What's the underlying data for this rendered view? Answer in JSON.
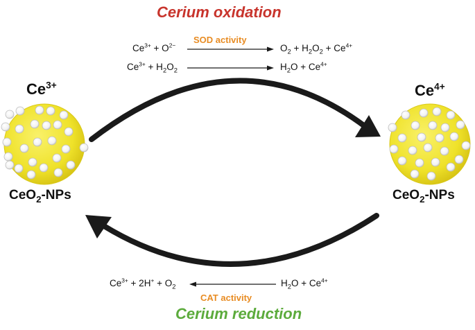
{
  "title_top": "Cerium oxidation",
  "title_bottom": "Cerium reduction",
  "ion_left": {
    "base": "Ce",
    "sup": "3+"
  },
  "ion_right": {
    "base": "Ce",
    "sup": "4+"
  },
  "np_left": {
    "a": "CeO",
    "sub": "2",
    "b": "-NPs"
  },
  "np_right": {
    "a": "CeO",
    "sub": "2",
    "b": "-NPs"
  },
  "sod": {
    "activity": "SOD activity",
    "r1": {
      "ce": "Ce",
      "ce_sup": "3+",
      "plus": " + O",
      "o_sup": "2−"
    },
    "p1": {
      "o": "O",
      "o_sub": "2",
      "mid": " + H",
      "h_sub": "2",
      "o2": "O",
      "o2_sub": "2",
      "plus": " + Ce",
      "ce_sup": "4+"
    },
    "r2": {
      "ce": "Ce",
      "ce_sup": "3+",
      "mid": " + H",
      "h_sub": "2",
      "o": "O",
      "o_sub": "2"
    },
    "p2": {
      "h": "H",
      "h_sub": "2",
      "mid": "O + Ce",
      "ce_sup": "4+"
    }
  },
  "cat": {
    "activity": "CAT activity",
    "products": {
      "ce": "Ce",
      "ce_sup": "3+",
      "mid": " + 2H",
      "h_sup": "+",
      "plus": " + O",
      "o_sub": "2"
    },
    "reactants": {
      "h": "H",
      "h_sub": "2",
      "mid": "O + Ce",
      "ce_sup": "4+"
    }
  },
  "colors": {
    "oxidation_title": "#c8342c",
    "reduction_title": "#5cab3c",
    "activity": "#e88c23",
    "particle_fill": "#f0e52f",
    "particle_edge": "#d9c819",
    "arrow": "#1a1a1a"
  }
}
